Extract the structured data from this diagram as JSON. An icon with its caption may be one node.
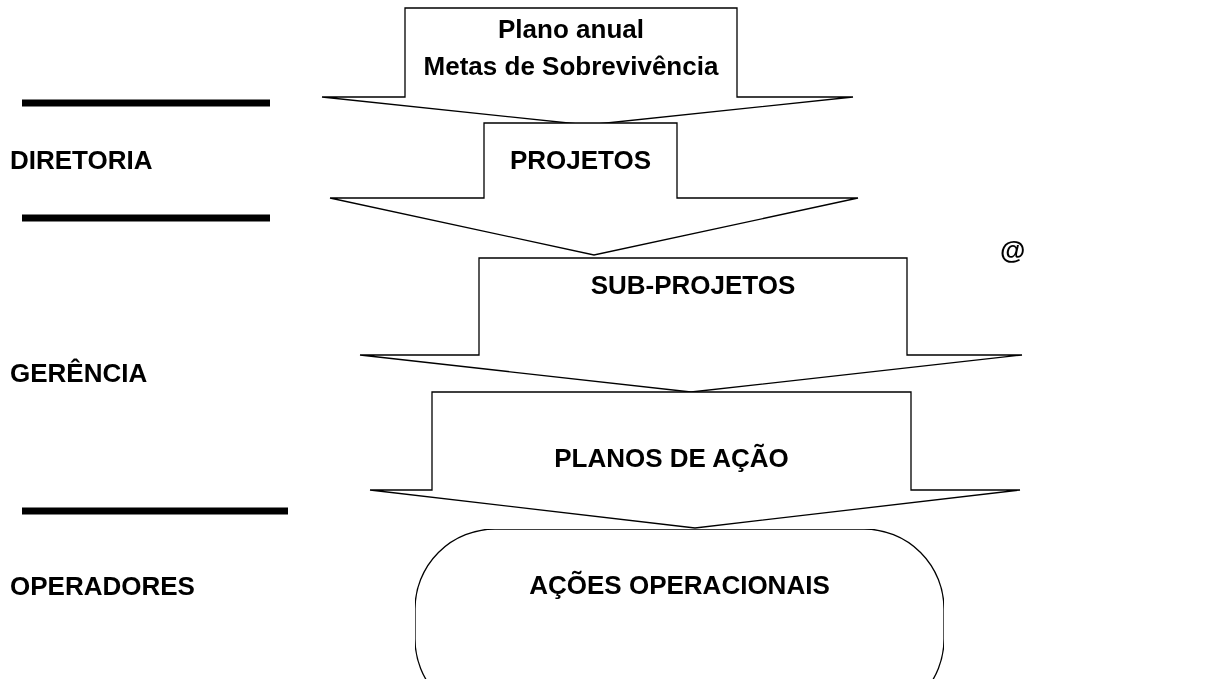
{
  "diagram": {
    "nodes": [
      {
        "text": [
          "Plano anual",
          "Metas de Sobrevivência"
        ]
      },
      {
        "text": [
          "PROJETOS"
        ]
      },
      {
        "text": [
          "SUB-PROJETOS"
        ]
      },
      {
        "text": [
          "PLANOS DE AÇÃO"
        ]
      },
      {
        "text": [
          "AÇÕES OPERACIONAIS"
        ]
      }
    ],
    "edges": [],
    "labels": [
      "DIRETORIA",
      "@",
      "GERÊNCIA",
      "OPERADORES"
    ]
  }
}
